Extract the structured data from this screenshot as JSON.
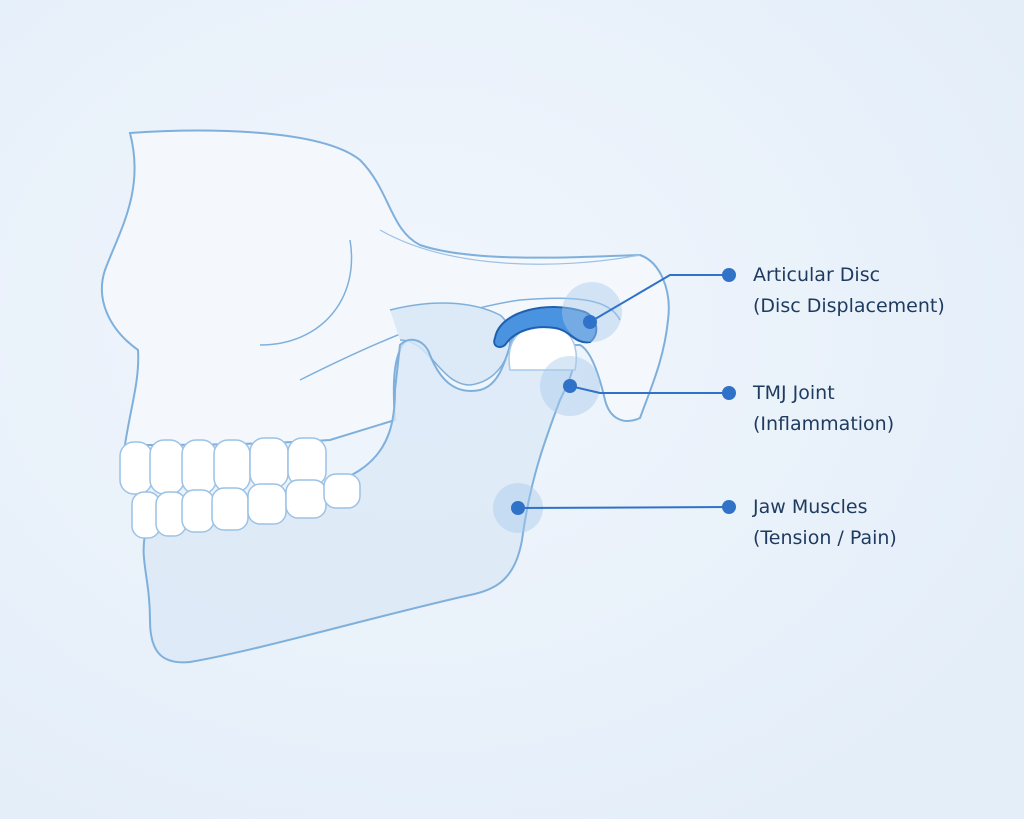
{
  "colors": {
    "background": "#e6f0fa",
    "outline": "#7fb0dc",
    "accent": "#2f72c8",
    "text": "#1e3a5f"
  },
  "callouts": [
    {
      "title": "Articular Disc",
      "subtitle": "(Disc Displacement)"
    },
    {
      "title": "TMJ Joint",
      "subtitle": "(Inflammation)"
    },
    {
      "title": "Jaw Muscles",
      "subtitle": "(Tension / Pain)"
    }
  ]
}
